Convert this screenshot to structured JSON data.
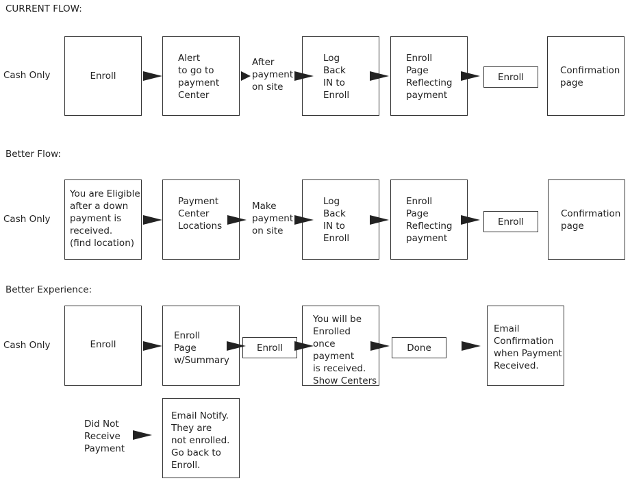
{
  "current_flow": {
    "title": "CURRENT FLOW:",
    "row_label": "Cash Only",
    "step1": "Enroll",
    "step2": "Alert\nto go to\npayment\nCenter",
    "between": "After\npayment\non site",
    "step3": "Log\nBack\nIN to\nEnroll",
    "step4": "Enroll\nPage\nReflecting\npayment",
    "enroll_button": "Enroll",
    "step5": "Confirmation\npage"
  },
  "better_flow": {
    "title": "Better Flow:",
    "row_label": "Cash Only",
    "step1": "You are Eligible\nafter a down\npayment is\nreceived.\n(find location)",
    "step2": "Payment\nCenter\nLocations",
    "between": "Make\npayment\non site",
    "step3": "Log\nBack\nIN to\nEnroll",
    "step4": "Enroll\nPage\nReflecting\npayment",
    "enroll_button": "Enroll",
    "step5": "Confirmation\npage"
  },
  "better_experience": {
    "title": "Better Experience:",
    "row_label": "Cash Only",
    "step1": "Enroll",
    "step2": "Enroll\nPage\nw/Summary",
    "enroll_button": "Enroll",
    "step3": "You will be\nEnrolled\nonce payment\nis received.\nShow Centers",
    "done_button": "Done",
    "step4": "Email\nConfirmation\nwhen Payment\nReceived.",
    "alt_label": "Did Not\nReceive\nPayment",
    "alt_step": "Email Notify.\nThey are\nnot enrolled.\nGo back to\nEnroll."
  }
}
